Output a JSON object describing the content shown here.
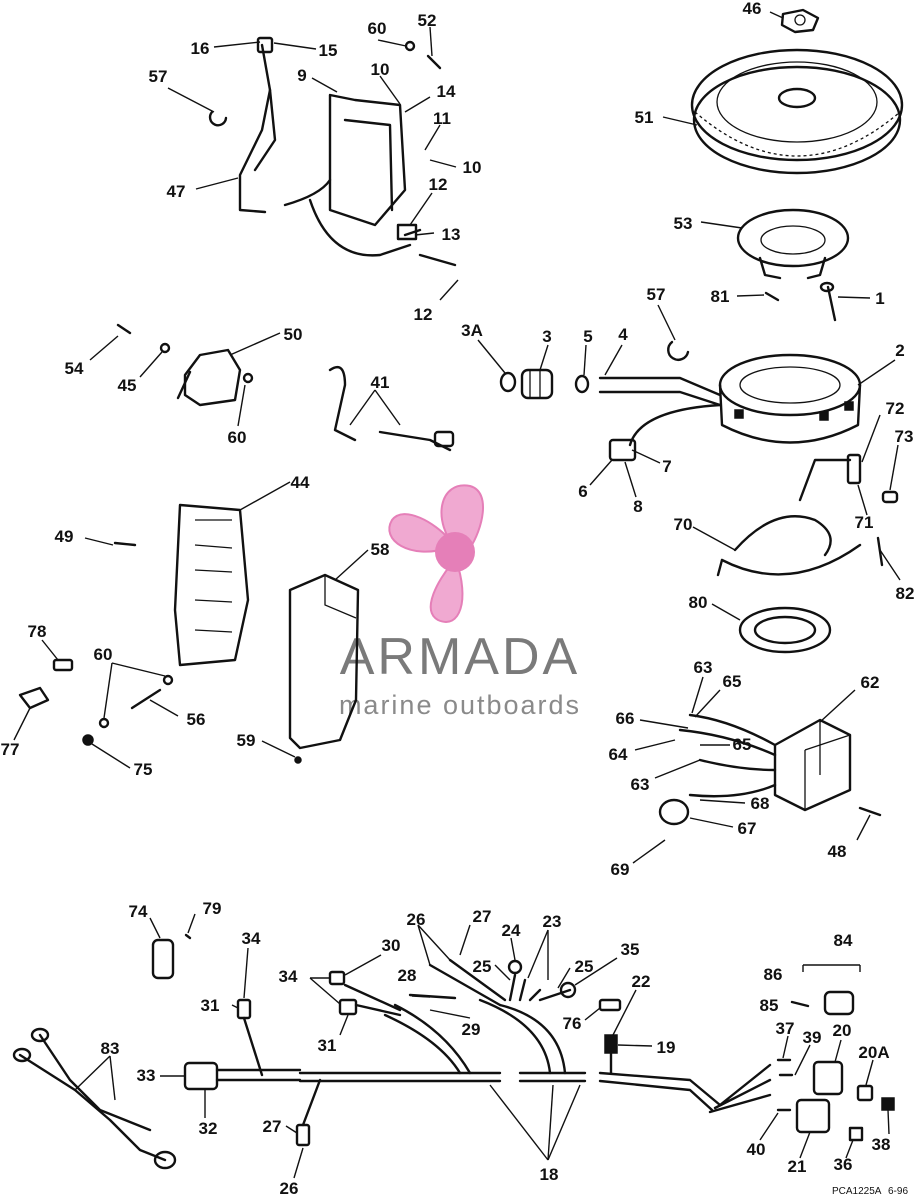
{
  "watermark": {
    "brand": "ARMADA",
    "tagline": "marine outboards",
    "colors": {
      "petal": "#f0a9d1",
      "hub": "#e57fb8",
      "text": "#7a7a7a"
    }
  },
  "drawing_code": {
    "id": "PCA1225A",
    "date": "6-96"
  },
  "callouts": [
    {
      "id": "c46",
      "text": "46"
    },
    {
      "id": "c51",
      "text": "51"
    },
    {
      "id": "c53",
      "text": "53"
    },
    {
      "id": "c81",
      "text": "81"
    },
    {
      "id": "c1",
      "text": "1"
    },
    {
      "id": "c57b",
      "text": "57"
    },
    {
      "id": "c2",
      "text": "2"
    },
    {
      "id": "c3A",
      "text": "3A"
    },
    {
      "id": "c3",
      "text": "3"
    },
    {
      "id": "c5",
      "text": "5"
    },
    {
      "id": "c4",
      "text": "4"
    },
    {
      "id": "c7",
      "text": "7"
    },
    {
      "id": "c6",
      "text": "6"
    },
    {
      "id": "c8",
      "text": "8"
    },
    {
      "id": "c72",
      "text": "72"
    },
    {
      "id": "c73",
      "text": "73"
    },
    {
      "id": "c71",
      "text": "71"
    },
    {
      "id": "c70",
      "text": "70"
    },
    {
      "id": "c82",
      "text": "82"
    },
    {
      "id": "c80",
      "text": "80"
    },
    {
      "id": "c62",
      "text": "62"
    },
    {
      "id": "c63a",
      "text": "63"
    },
    {
      "id": "c65a",
      "text": "65"
    },
    {
      "id": "c66",
      "text": "66"
    },
    {
      "id": "c64",
      "text": "64"
    },
    {
      "id": "c65b",
      "text": "65"
    },
    {
      "id": "c63b",
      "text": "63"
    },
    {
      "id": "c68",
      "text": "68"
    },
    {
      "id": "c67",
      "text": "67"
    },
    {
      "id": "c69",
      "text": "69"
    },
    {
      "id": "c48",
      "text": "48"
    },
    {
      "id": "c16",
      "text": "16"
    },
    {
      "id": "c15",
      "text": "15"
    },
    {
      "id": "c60a",
      "text": "60"
    },
    {
      "id": "c52",
      "text": "52"
    },
    {
      "id": "c57a",
      "text": "57"
    },
    {
      "id": "c9",
      "text": "9"
    },
    {
      "id": "c10a",
      "text": "10"
    },
    {
      "id": "c14",
      "text": "14"
    },
    {
      "id": "c11",
      "text": "11"
    },
    {
      "id": "c10b",
      "text": "10"
    },
    {
      "id": "c47",
      "text": "47"
    },
    {
      "id": "c12a",
      "text": "12"
    },
    {
      "id": "c13",
      "text": "13"
    },
    {
      "id": "c12b",
      "text": "12"
    },
    {
      "id": "c54",
      "text": "54"
    },
    {
      "id": "c45",
      "text": "45"
    },
    {
      "id": "c50",
      "text": "50"
    },
    {
      "id": "c60b",
      "text": "60"
    },
    {
      "id": "c41",
      "text": "41"
    },
    {
      "id": "c44",
      "text": "44"
    },
    {
      "id": "c49",
      "text": "49"
    },
    {
      "id": "c58",
      "text": "58"
    },
    {
      "id": "c78",
      "text": "78"
    },
    {
      "id": "c60c",
      "text": "60"
    },
    {
      "id": "c77",
      "text": "77"
    },
    {
      "id": "c56",
      "text": "56"
    },
    {
      "id": "c75",
      "text": "75"
    },
    {
      "id": "c59",
      "text": "59"
    },
    {
      "id": "c74",
      "text": "74"
    },
    {
      "id": "c79",
      "text": "79"
    },
    {
      "id": "c34a",
      "text": "34"
    },
    {
      "id": "c26a",
      "text": "26"
    },
    {
      "id": "c27a",
      "text": "27"
    },
    {
      "id": "c24",
      "text": "24"
    },
    {
      "id": "c23",
      "text": "23"
    },
    {
      "id": "c35",
      "text": "35"
    },
    {
      "id": "c84",
      "text": "84"
    },
    {
      "id": "c30",
      "text": "30"
    },
    {
      "id": "c34b",
      "text": "34"
    },
    {
      "id": "c25a",
      "text": "25"
    },
    {
      "id": "c25b",
      "text": "25"
    },
    {
      "id": "c22",
      "text": "22"
    },
    {
      "id": "c86",
      "text": "86"
    },
    {
      "id": "c28",
      "text": "28"
    },
    {
      "id": "c31a",
      "text": "31"
    },
    {
      "id": "c29",
      "text": "29"
    },
    {
      "id": "c76",
      "text": "76"
    },
    {
      "id": "c85",
      "text": "85"
    },
    {
      "id": "c31b",
      "text": "31"
    },
    {
      "id": "c37",
      "text": "37"
    },
    {
      "id": "c39",
      "text": "39"
    },
    {
      "id": "c20",
      "text": "20"
    },
    {
      "id": "c20A",
      "text": "20A"
    },
    {
      "id": "c83",
      "text": "83"
    },
    {
      "id": "c19",
      "text": "19"
    },
    {
      "id": "c33",
      "text": "33"
    },
    {
      "id": "c32",
      "text": "32"
    },
    {
      "id": "c27b",
      "text": "27"
    },
    {
      "id": "c40",
      "text": "40"
    },
    {
      "id": "c38",
      "text": "38"
    },
    {
      "id": "c18",
      "text": "18"
    },
    {
      "id": "c26b",
      "text": "26"
    },
    {
      "id": "c21",
      "text": "21"
    },
    {
      "id": "c36",
      "text": "36"
    }
  ]
}
